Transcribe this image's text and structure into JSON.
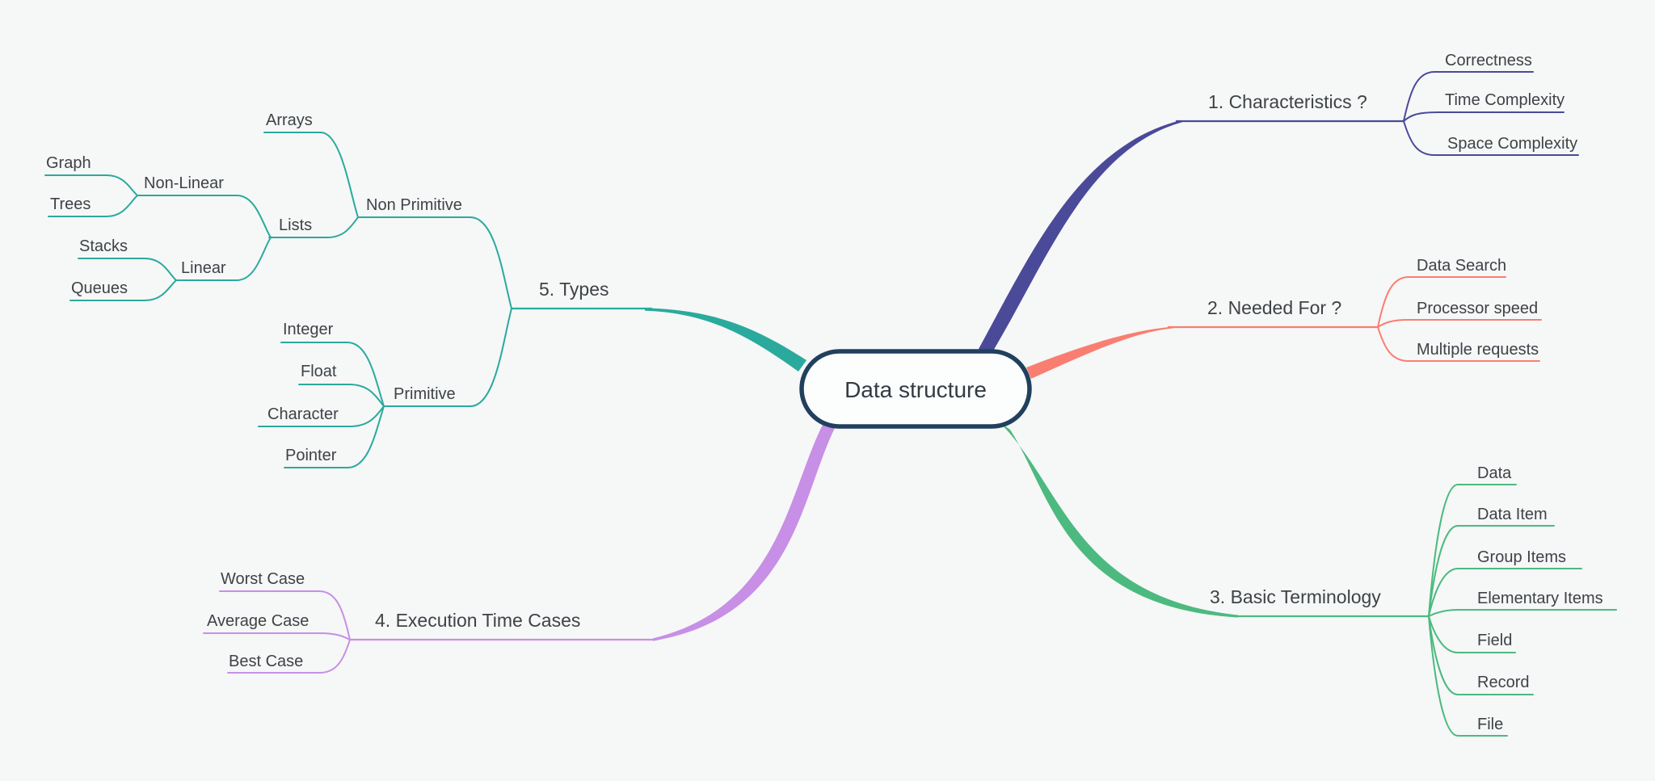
{
  "canvas": {
    "background": "#f6f7f7",
    "text_color": "#3e4347"
  },
  "mindmap": {
    "root": {
      "label": "Data structure",
      "fill": "#fcfdfd",
      "border_color": "#21405e"
    },
    "branches": [
      {
        "label": "1. Characteristics ?",
        "color": "#4a4a99",
        "children": [
          {
            "label": "Correctness"
          },
          {
            "label": "Time Complexity"
          },
          {
            "label": "Space Complexity"
          }
        ]
      },
      {
        "label": "2. Needed For ?",
        "color": "#f97e72",
        "children": [
          {
            "label": "Data Search"
          },
          {
            "label": "Processor speed"
          },
          {
            "label": "Multiple requests"
          }
        ]
      },
      {
        "label": "3. Basic Terminology",
        "color": "#4cba7f",
        "children": [
          {
            "label": "Data"
          },
          {
            "label": "Data Item"
          },
          {
            "label": "Group Items"
          },
          {
            "label": "Elementary Items"
          },
          {
            "label": "Field"
          },
          {
            "label": "Record"
          },
          {
            "label": "File"
          }
        ]
      },
      {
        "label": "4. Execution Time Cases",
        "color": "#c78fe6",
        "children": [
          {
            "label": "Worst Case"
          },
          {
            "label": "Average Case"
          },
          {
            "label": "Best Case"
          }
        ]
      },
      {
        "label": "5. Types",
        "color": "#2aaa9d",
        "children": [
          {
            "label": "Non Primitive",
            "children": [
              {
                "label": "Arrays"
              },
              {
                "label": "Lists",
                "children": [
                  {
                    "label": "Non-Linear",
                    "children": [
                      {
                        "label": "Graph"
                      },
                      {
                        "label": "Trees"
                      }
                    ]
                  },
                  {
                    "label": "Linear",
                    "children": [
                      {
                        "label": "Stacks"
                      },
                      {
                        "label": "Queues"
                      }
                    ]
                  }
                ]
              }
            ]
          },
          {
            "label": "Primitive",
            "children": [
              {
                "label": "Integer"
              },
              {
                "label": "Float"
              },
              {
                "label": "Character"
              },
              {
                "label": "Pointer"
              }
            ]
          }
        ]
      }
    ]
  }
}
